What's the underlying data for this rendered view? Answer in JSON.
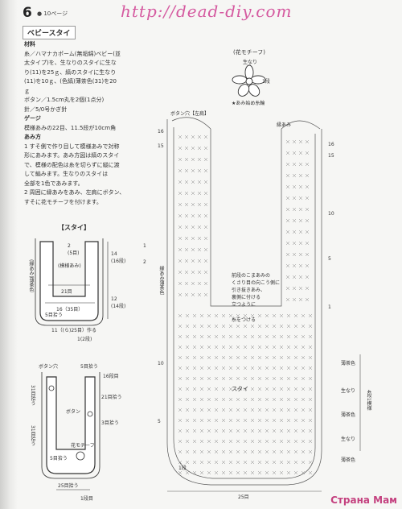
{
  "watermark": "http://dead-diy.com",
  "page": {
    "number": "6",
    "ref": "● 10ページ"
  },
  "title": "ベビースタイ",
  "instructions": [
    {
      "heading": true,
      "text": "材料"
    },
    {
      "heading": false,
      "text": "糸／ハマナカポーム(無垢綿)ベビー(並"
    },
    {
      "heading": false,
      "text": "太タイプ)を、生なりのスタイに生な"
    },
    {
      "heading": false,
      "text": "り(11)を25ｇ、縞のスタイに生なり"
    },
    {
      "heading": false,
      "text": "(11)を10ｇ、(色縞)薄茶色(31)を20"
    },
    {
      "heading": false,
      "text": "ｇ"
    },
    {
      "heading": false,
      "text": "ボタン／1.5cm丸を2個(1点分)"
    },
    {
      "heading": false,
      "text": "針／5/0号かぎ針"
    },
    {
      "heading": true,
      "text": "ゲージ"
    },
    {
      "heading": false,
      "text": "模様あみの22目、11.5段が10cm角"
    },
    {
      "heading": true,
      "text": "あみ方"
    },
    {
      "heading": false,
      "text": "1 すそ側で作り目して模様あみで対称"
    },
    {
      "heading": false,
      "text": "形にあみます。あみ方図は縞のスタイ"
    },
    {
      "heading": false,
      "text": "で、模様の配色は糸を切らずに縦に渡"
    },
    {
      "heading": false,
      "text": "して編みます。生なりのスタイは"
    },
    {
      "heading": false,
      "text": "全部を1色であみます。"
    },
    {
      "heading": false,
      "text": "2 周囲に縁あみをあみ、左肩にボタン、"
    },
    {
      "heading": false,
      "text": "すそに花モチーフを付けます。"
    }
  ],
  "sketch1": {
    "label": "【スタイ】",
    "top_label": "2\n(5目)",
    "pattern": "(模様あみ)",
    "edge": "(縁あみ)薄茶色",
    "d14a": "14\n(16段)",
    "d12": "12\n(14段)",
    "d21": "21目",
    "d16": "16（35目）",
    "d5": "5目拾う",
    "d11": "11（(ら)25目）作る",
    "d1": "1(2段)",
    "d2": "2(5目)"
  },
  "sketch2": {
    "button_hole": "ボタン穴",
    "d5": "5目拾う",
    "d16": "16段目",
    "d31a": "31目拾う",
    "d21": "21目拾う",
    "button": "ボタン",
    "d3": "3目拾う",
    "d31b": "31目拾う",
    "d5b": "5目拾う",
    "motif": "花モチーフ",
    "d25": "25目拾う",
    "d1": "1段目"
  },
  "motif": {
    "title": "(花モチーフ)",
    "color": "生なり",
    "row": "1段",
    "start": "★あみ始め糸輪"
  },
  "chart": {
    "button_hole": "ボタン穴【左肩】",
    "edging": "縁あみ",
    "edging_color": "縁あみ薄茶色",
    "note": "前段のこまあみの\nくさり目の向こう側に\n引き抜きあみ、\n裏側に付ける\n立つように",
    "thread_join": "糸をつける",
    "center": "スタイ",
    "bottom": "25目",
    "row16": "16",
    "row15": "15",
    "row10": "10",
    "row5": "5",
    "row1": "1段",
    "row2": "2",
    "row1b": "1",
    "right_rows": [
      "16",
      "15",
      "10",
      "5",
      "1"
    ],
    "color_labels": [
      "薄茶色",
      "生なり",
      "薄茶色",
      "生なり",
      "薄茶色"
    ],
    "repeat": "4段1模様"
  },
  "site": "Страна Мам"
}
